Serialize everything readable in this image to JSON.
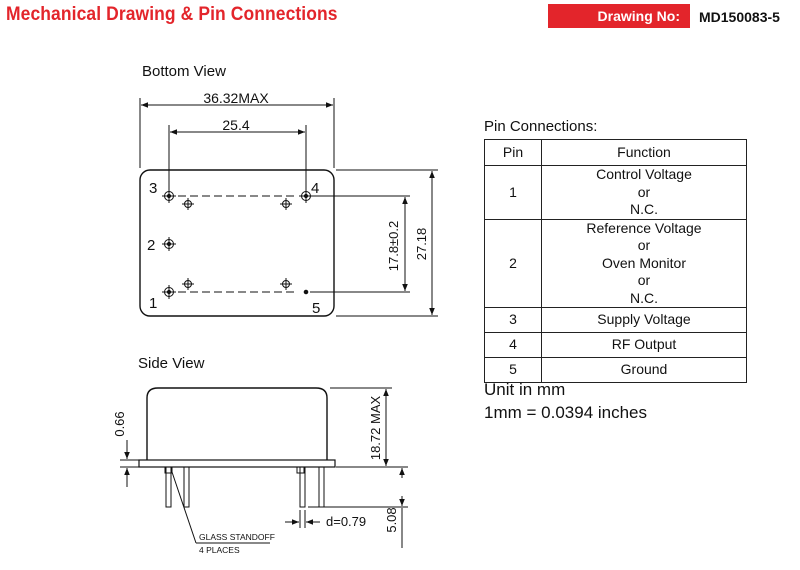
{
  "header": {
    "title": "Mechanical Drawing & Pin Connections",
    "drawing_no_label": "Drawing No:",
    "drawing_no_value": "MD150083-5",
    "accent_color": "#e3252b"
  },
  "bottom_view": {
    "label": "Bottom View",
    "dim_width": "36.32MAX",
    "dim_pin_spacing": "25.4",
    "dim_pin_row": "17.8±0.2",
    "dim_height": "27.18",
    "pin_numbers": [
      "3",
      "4",
      "2",
      "1",
      "5"
    ]
  },
  "side_view": {
    "label": "Side View",
    "dim_base": "0.66",
    "dim_total_height": "18.72 MAX",
    "dim_pin_length": "5.08",
    "dim_pin_dia": "d=0.79",
    "note_line1": "GLASS STANDOFF",
    "note_line2": "4 PLACES"
  },
  "pin_connections": {
    "heading": "Pin Connections:",
    "col_pin": "Pin",
    "col_function": "Function",
    "rows": [
      {
        "pin": "1",
        "lines": [
          "Control Voltage",
          "or",
          "N.C."
        ]
      },
      {
        "pin": "2",
        "lines": [
          "Reference Voltage",
          "or",
          "Oven Monitor",
          "or",
          "N.C."
        ]
      },
      {
        "pin": "3",
        "lines": [
          "Supply Voltage"
        ]
      },
      {
        "pin": "4",
        "lines": [
          "RF Output"
        ]
      },
      {
        "pin": "5",
        "lines": [
          "Ground"
        ]
      }
    ]
  },
  "units": {
    "line1": "Unit in mm",
    "line2": "1mm = 0.0394 inches"
  }
}
